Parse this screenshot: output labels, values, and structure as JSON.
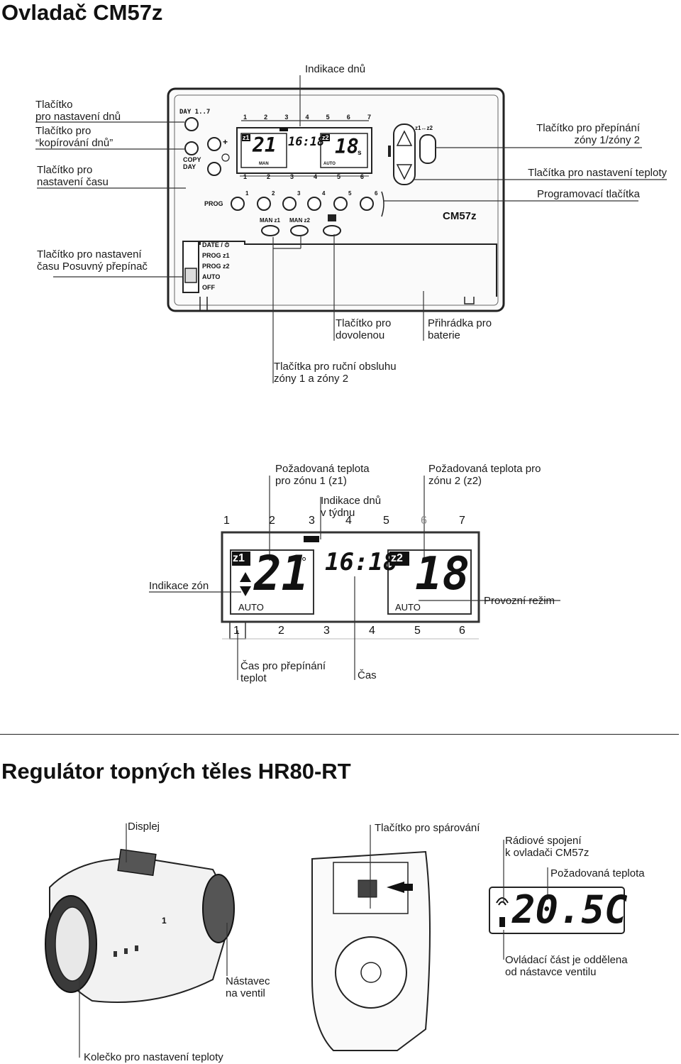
{
  "titles": {
    "cm57z": "Ovladač CM57z",
    "hr80": "Regulátor topných těles HR80-RT"
  },
  "device": {
    "model": "CM57z",
    "buttons": {
      "day": "DAY 1..7",
      "copy_day": "COPY\nDAY",
      "plus": "+",
      "prog": "PROG",
      "prog_numbers": [
        "1",
        "2",
        "3",
        "4",
        "5",
        "6"
      ],
      "man_z1": "MAN z1",
      "man_z2": "MAN z2",
      "zone_switch": "z1↔z2"
    },
    "day_numbers_top": [
      "1",
      "2",
      "3",
      "4",
      "5",
      "6",
      "7"
    ],
    "day_numbers_bottom": [
      "1",
      "2",
      "3",
      "4",
      "5",
      "6"
    ],
    "slider_positions": [
      "DATE / ⏱",
      "PROG z1",
      "PROG z2",
      "AUTO",
      "OFF"
    ],
    "lcd": {
      "z1": "z1",
      "z1_temp": "21",
      "time": "16:18",
      "z2": "z2",
      "z2_temp": "18",
      "z2_unit": "s",
      "man": "MAN",
      "auto": "AUTO"
    }
  },
  "labels_top": {
    "day_indication": "Indikace dnů",
    "day_set_button": "Tlačítko\npro nastavení dnů",
    "copy_days_button": "Tlačítko pro\n“kopírování dnů”",
    "time_set_button": "Tlačítko pro\nnastavení času",
    "zone_switch_button": "Tlačítko pro přepínání\nzóny 1/zóny 2",
    "temp_set_buttons": "Tlačítka pro nastavení teploty",
    "program_buttons": "Programovací tlačítka",
    "slider": "Tlačítko pro nastavení\nčasu Posuvný přepínač",
    "holiday_button": "Tlačítko pro\ndovolenou",
    "battery": "Přihrádka pro\nbaterie",
    "manual_buttons": "Tlačítka pro ruční obsluhu\nzóny 1 a zóny 2"
  },
  "display_zoom": {
    "days_top": [
      "1",
      "2",
      "3",
      "4",
      "5",
      "7"
    ],
    "day_six": "6",
    "days_bottom": [
      "1",
      "2",
      "3",
      "4",
      "5",
      "6"
    ],
    "z1": "z1",
    "z1_temp": "21",
    "time": "16:18",
    "z2": "z2",
    "z2_temp": "18",
    "auto1": "AUTO",
    "auto2": "AUTO",
    "degree": "°",
    "labels": {
      "req_z1": "Požadovaná teplota\npro zónu 1 (z1)",
      "req_z2": "Požadovaná teplota pro\nzónu 2 (z2)",
      "days_week": "Indikace dnů\nv týdnu",
      "zones": "Indikace zón",
      "mode": "Provozní režim",
      "switch_time": "Čas pro přepínání\nteplot",
      "time": "Čas"
    }
  },
  "hr80": {
    "labels": {
      "display": "Displej",
      "pair_button": "Tlačítko pro spárování",
      "radio": "Rádiové spojení\nk ovladači CM57z",
      "req_temp": "Požadovaná teplota",
      "valve_adapter": "Nástavec\nna ventil",
      "separated": "Ovládací část je oddělena\nod nástavce ventilu",
      "wheel": "Kolečko pro nastavení teploty"
    },
    "lcd_value": "20.5C",
    "dial_mark": "1"
  }
}
